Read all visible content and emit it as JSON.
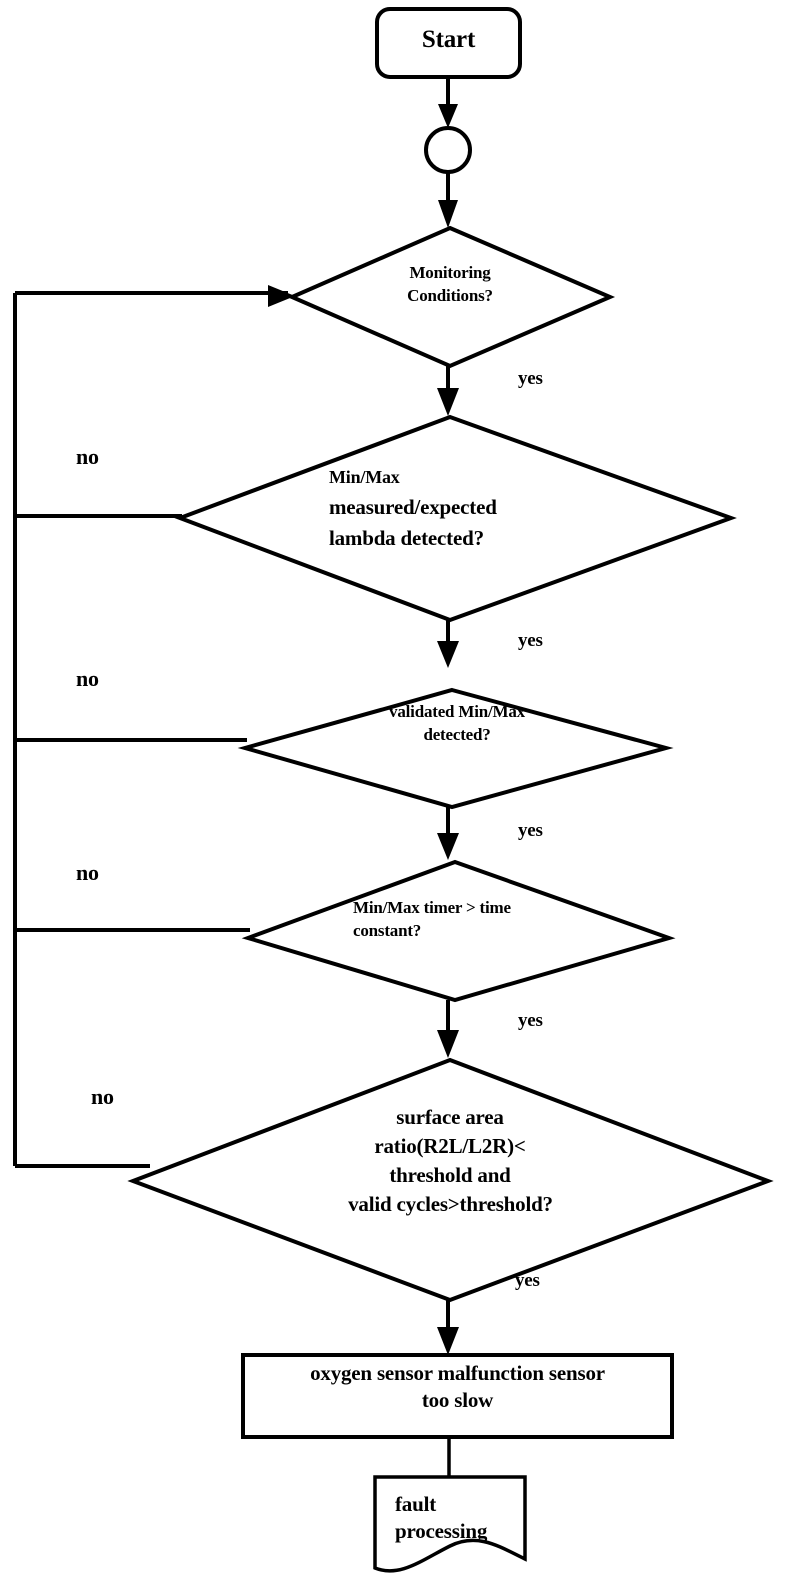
{
  "diagram": {
    "type": "flowchart",
    "title": "Oxygen sensor slow-response diagnostic flowchart",
    "nodes": [
      {
        "id": "start",
        "shape": "rounded-rectangle",
        "text": "Start"
      },
      {
        "id": "connector-circle",
        "shape": "circle",
        "text": ""
      },
      {
        "id": "decision-monitoring-conditions",
        "shape": "diamond",
        "text": "Monitoring\nConditions?",
        "line1": "Monitoring",
        "line2": "Conditions?"
      },
      {
        "id": "decision-minmax-lambda",
        "shape": "diamond",
        "text": "Min/Max\nmeasured/expected\nlambda detected?",
        "line1": "Min/Max",
        "line2": "measured/expected",
        "line3": "lambda detected?"
      },
      {
        "id": "decision-validated-minmax",
        "shape": "diamond",
        "text": "validated Min/Max\ndetected?",
        "line1": "validated Min/Max",
        "line2": "detected?"
      },
      {
        "id": "decision-minmax-timer",
        "shape": "diamond",
        "text": "Min/Max timer > time\nconstant?",
        "line1": "Min/Max timer > time",
        "line2": "constant?"
      },
      {
        "id": "decision-surface-area-ratio",
        "shape": "diamond",
        "text": "surface area\nratio(R2L/L2R)<\nthreshold and\nvalid cycles>threshold?",
        "line1": "surface area",
        "line2": "ratio(R2L/L2R)<",
        "line3": "threshold and",
        "line4": "valid cycles>threshold?"
      },
      {
        "id": "process-oxygen-sensor-malfunction",
        "shape": "rectangle",
        "text": "oxygen sensor malfunction sensor\ntoo slow",
        "line1": "oxygen sensor malfunction sensor",
        "line2": "too slow"
      },
      {
        "id": "document-fault-processing",
        "shape": "document",
        "text": "fault\nprocessing",
        "line1": "fault",
        "line2": "processing"
      }
    ],
    "edge_labels": {
      "yes_1": "yes",
      "yes_2": "yes",
      "yes_3": "yes",
      "yes_4": "yes",
      "yes_5": "yes",
      "no_1": "no",
      "no_2": "no",
      "no_3": "no",
      "no_4": "no"
    },
    "colors": {
      "stroke": "#000000",
      "fill": "#ffffff",
      "text": "#000000",
      "background": "#ffffff"
    }
  }
}
